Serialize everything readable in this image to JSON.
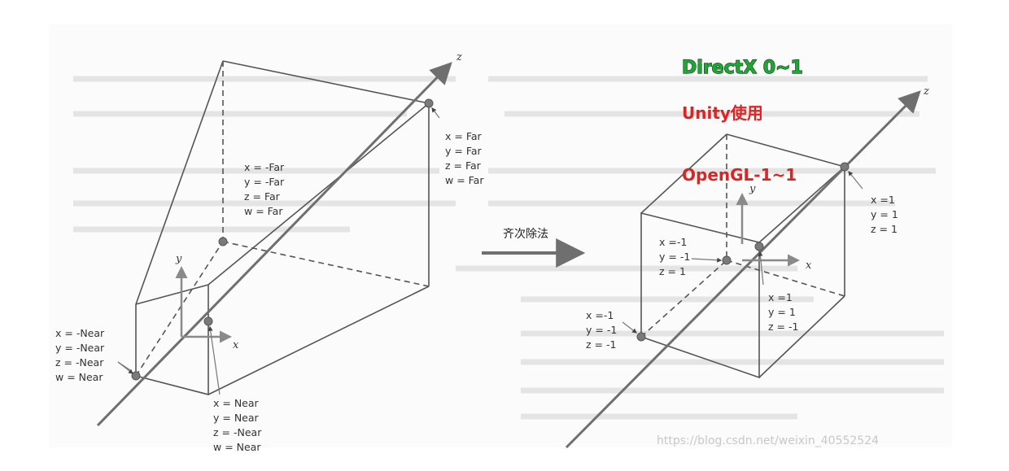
{
  "annotations": {
    "directx": "DirectX 0~1",
    "unity": "Unity使用",
    "opengl": "OpenGL-1~1"
  },
  "arrow_label": "齐次除法",
  "frustum": {
    "far_corner": [
      "x = Far",
      "y = Far",
      "z = Far",
      "w = Far"
    ],
    "far_back": [
      "x = -Far",
      "y = -Far",
      "z = Far",
      "w = Far"
    ],
    "near_front": [
      "x = -Near",
      "y = -Near",
      "z = -Near",
      "w = Near"
    ],
    "near_bottom": [
      "x = Near",
      "y = Near",
      "z = -Near",
      "w = Near"
    ],
    "axes": {
      "x": "x",
      "y": "y",
      "z": "z"
    }
  },
  "cube": {
    "corner_far_top": [
      "x =1",
      "y = 1",
      "z = 1"
    ],
    "corner_back": [
      "x =-1",
      "y = -1",
      "z = 1"
    ],
    "corner_front_right": [
      "x =1",
      "y = 1",
      "z = -1"
    ],
    "corner_front_left": [
      "x =-1",
      "y = -1",
      "z = -1"
    ],
    "axes": {
      "x": "x",
      "y": "y",
      "z": "z"
    }
  },
  "watermark": "https://blog.csdn.net/weixin_40552524"
}
